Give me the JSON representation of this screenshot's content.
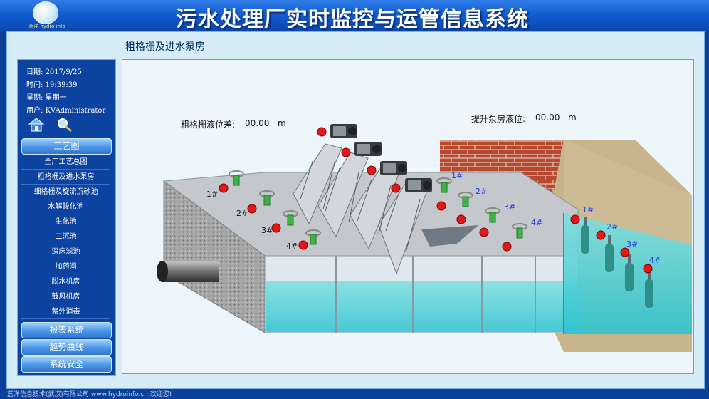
{
  "header": {
    "title": "污水处理厂实时监控与运管信息系统",
    "logo_text": "蓝洋 hydro info"
  },
  "page": {
    "title": "粗格栅及进水泵房"
  },
  "info": {
    "date_label": "日期:",
    "date": "2017/9/25",
    "time_label": "时间:",
    "time": "19:39:39",
    "week_label": "星期:",
    "week": "星期一",
    "user_label": "用户:",
    "user": "KVAdministrator"
  },
  "menu": {
    "process_label": "工艺图",
    "items": [
      "全厂工艺总图",
      "粗格栅及进水泵房",
      "细格栅及旋流沉砂池",
      "水解酸化池",
      "生化池",
      "二沉池",
      "深床滤池",
      "加药间",
      "脱水机房",
      "鼓风机房",
      "紫外消毒"
    ],
    "report_label": "报表系统",
    "trend_label": "趋势曲线",
    "security_label": "系统安全"
  },
  "readings": {
    "grid_diff_label": "粗格栅液位差:",
    "grid_diff_value": "00.00",
    "grid_diff_unit": "m",
    "pump_level_label": "提升泵房液位:",
    "pump_level_value": "00.00",
    "pump_level_unit": "m"
  },
  "valves": [
    "1#",
    "2#",
    "3#",
    "4#"
  ],
  "gates": [
    "1#",
    "2#",
    "3#",
    "4#"
  ],
  "pumps": [
    "1#",
    "2#",
    "3#",
    "4#"
  ],
  "footer": {
    "text": "蓝洋信息技术(武汉)有限公司 www.hydroinfo.cn 欢迎您!"
  },
  "colors": {
    "header": "#1a63d6",
    "sidebar": "#0d43a0",
    "alarm": "#e01818",
    "water": "#4fd0d6"
  }
}
